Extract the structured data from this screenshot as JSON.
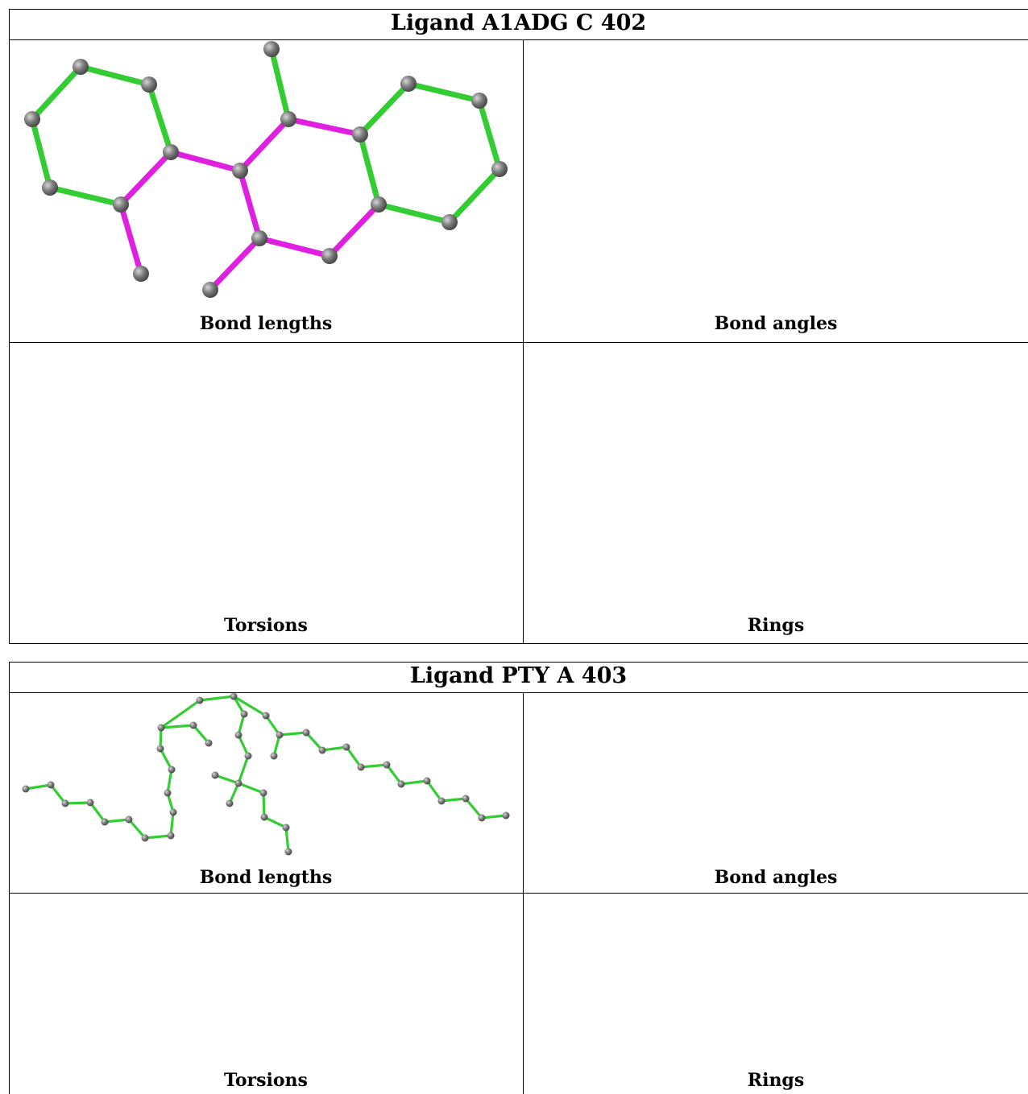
{
  "panels": [
    {
      "title": "Ligand A1ADG C 402",
      "captions": [
        "Bond lengths",
        "Bond angles",
        "Torsions",
        "Rings"
      ]
    },
    {
      "title": "Ligand PTY A 403",
      "captions": [
        "Bond lengths",
        "Bond angles",
        "Torsions",
        "Rings"
      ]
    }
  ],
  "colors": {
    "ok": "#33cc33",
    "outlier": "#e020e0",
    "unchecked": "#c4c4c4",
    "atom": "#7a7a7a"
  }
}
